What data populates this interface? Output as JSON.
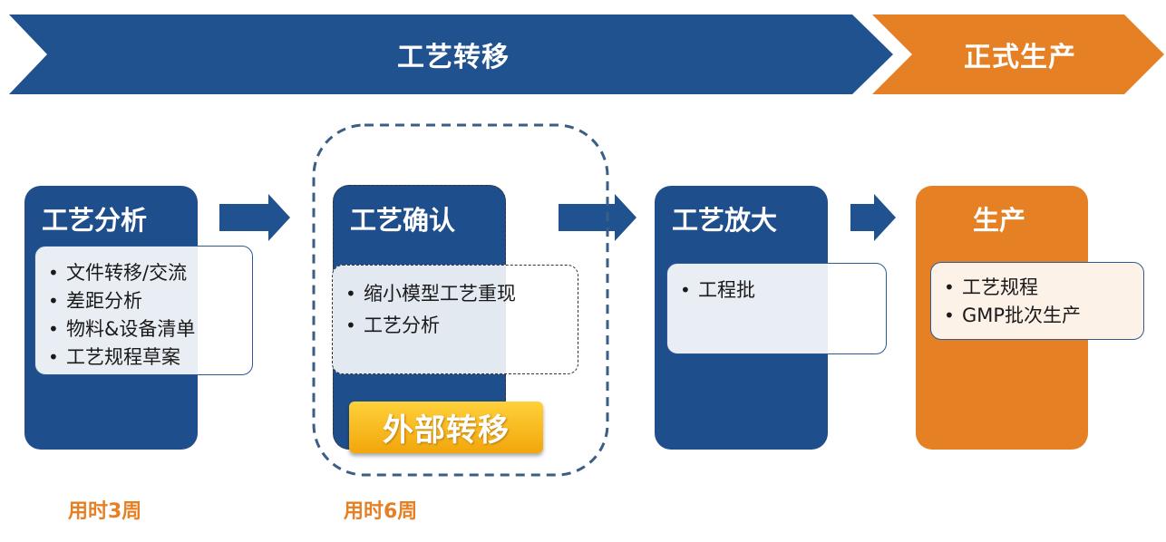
{
  "banner": {
    "transfer_label": "工艺转移",
    "production_label": "正式生产",
    "colors": {
      "transfer": "#215290",
      "production": "#e58025"
    }
  },
  "stages": [
    {
      "title": "工艺分析",
      "items": [
        "文件转移/交流",
        "差距分析",
        "物料&设备清单",
        "工艺规程草案"
      ]
    },
    {
      "title": "工艺确认",
      "items": [
        "缩小模型工艺重现",
        "工艺分析"
      ],
      "badge": "外部转移"
    },
    {
      "title": "工艺放大",
      "items": [
        "工程批"
      ]
    },
    {
      "title": "生产",
      "items": [
        "工艺规程",
        "GMP批次生产"
      ]
    }
  ],
  "durations": [
    "用时3周",
    "用时6周"
  ],
  "colors": {
    "stage_blue": "#1f4e8c",
    "stage_orange": "#e58025",
    "arrow": "#215290",
    "duration_text": "#e58025"
  },
  "icons": [
    "right-arrow-icon"
  ]
}
